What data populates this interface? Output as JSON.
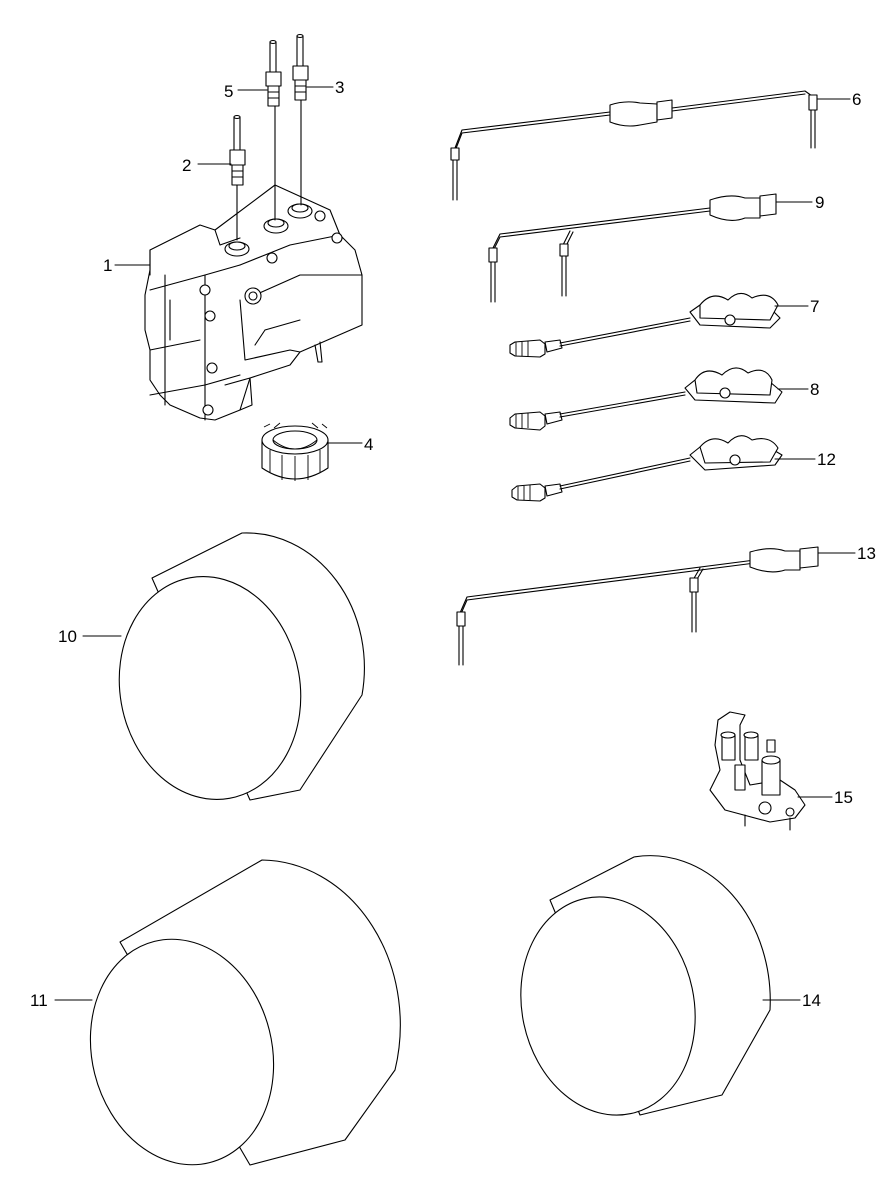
{
  "colors": {
    "line": "#000000",
    "background": "#ffffff"
  },
  "callouts": [
    {
      "id": "c1",
      "label": "1"
    },
    {
      "id": "c2",
      "label": "2"
    },
    {
      "id": "c3",
      "label": "3"
    },
    {
      "id": "c4",
      "label": "4"
    },
    {
      "id": "c5",
      "label": "5"
    },
    {
      "id": "c6",
      "label": "6"
    },
    {
      "id": "c7",
      "label": "7"
    },
    {
      "id": "c8",
      "label": "8"
    },
    {
      "id": "c9",
      "label": "9"
    },
    {
      "id": "c10",
      "label": "10"
    },
    {
      "id": "c11",
      "label": "11"
    },
    {
      "id": "c12",
      "label": "12"
    },
    {
      "id": "c13",
      "label": "13"
    },
    {
      "id": "c14",
      "label": "14"
    },
    {
      "id": "c15",
      "label": "15"
    }
  ]
}
